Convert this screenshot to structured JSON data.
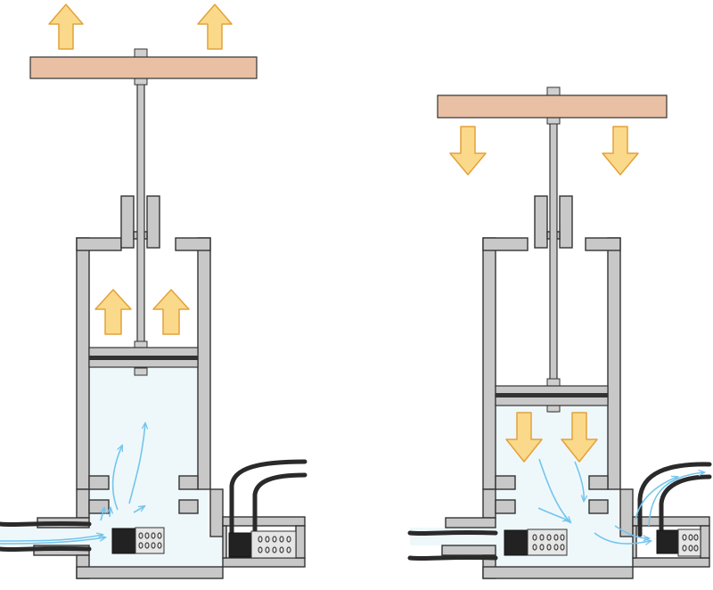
{
  "colors": {
    "wall_fill": "#c8c8c8",
    "wall_stroke": "#333333",
    "fluid": "#eef8fb",
    "platform": "#e9c0a3",
    "arrow_fill": "#fbd98a",
    "arrow_stroke": "#e2a23a",
    "flow": "#74c5ec",
    "hose": "#2a2a2a",
    "valve_ball": "#222222",
    "spring_box": "#e6e6e6"
  },
  "panels": [
    {
      "id": "lift",
      "platform_motion": "up",
      "piston_motion": "up",
      "intake_valve": "open",
      "exhaust_valve": "closed"
    },
    {
      "id": "lower",
      "platform_motion": "down",
      "piston_motion": "down",
      "intake_valve": "closed",
      "exhaust_valve": "open"
    }
  ],
  "icons": {
    "motion_up": "arrow-up-icon",
    "motion_down": "arrow-down-icon"
  }
}
